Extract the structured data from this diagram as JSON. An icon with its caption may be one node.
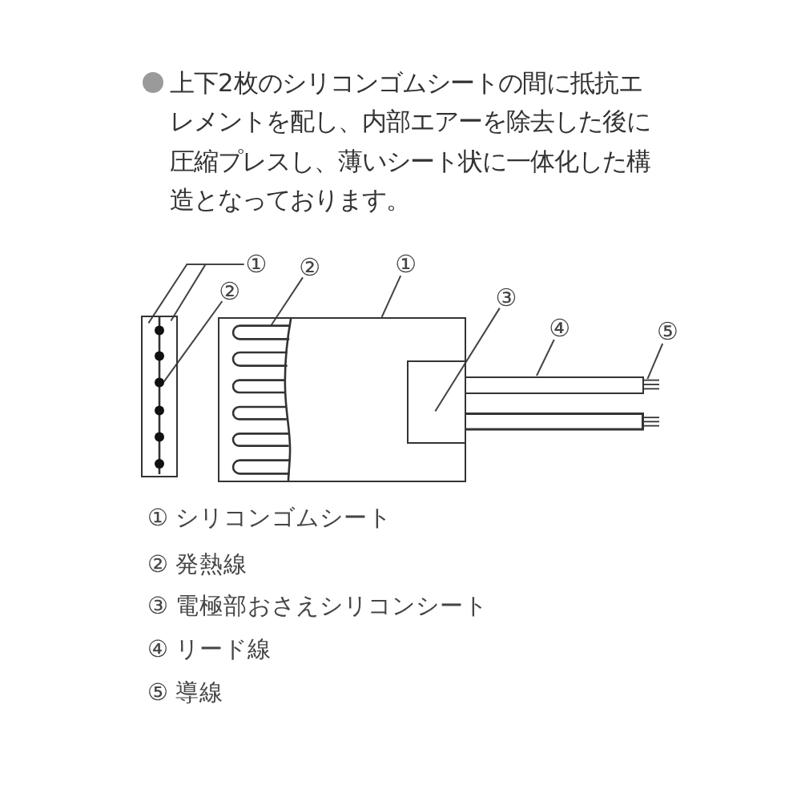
{
  "diagram": {
    "nodes": [
      {
        "text": [
          "①"
        ]
      },
      {
        "text": [
          "②"
        ]
      },
      {
        "text": [
          "②"
        ]
      },
      {
        "text": [
          "①"
        ]
      },
      {
        "text": [
          "③"
        ]
      },
      {
        "text": [
          "④"
        ]
      },
      {
        "text": [
          "⑤"
        ]
      },
      {
        "text": [],
        "shape": "box"
      },
      {
        "text": [],
        "shape": "picture",
        "in": 7
      },
      {
        "text": [],
        "shape": "box"
      },
      {
        "text": [],
        "shape": "picture",
        "in": 9
      },
      {
        "text": [],
        "shape": "box",
        "in": 9
      },
      {
        "text": [],
        "shape": "bar"
      },
      {
        "text": [],
        "shape": "picture"
      }
    ],
    "edges": [
      {
        "from": 0,
        "to": 7,
        "arrow": "none"
      },
      {
        "from": 0,
        "to": 7,
        "arrow": "none"
      },
      {
        "from": 1,
        "to": 8,
        "arrow": "none"
      },
      {
        "from": 2,
        "to": 10,
        "arrow": "none"
      },
      {
        "from": 3,
        "to": 9,
        "arrow": "none"
      },
      {
        "from": 4,
        "to": 11,
        "arrow": "none"
      },
      {
        "from": 5,
        "to": 12,
        "arrow": "none"
      },
      {
        "from": 6,
        "to": 13,
        "arrow": "none"
      }
    ],
    "labels": [
      "上下2枚のシリコンゴムシートの間に抵抗エレメントを配し、内部エアーを除去した後に圧縮プレスし、薄いシート状に一体化した構造となっております。",
      "① シリコンゴムシート",
      "② 発熱線",
      "③ 電極部おさえシリコンシート",
      "④ リード線",
      "⑤ 導線"
    ]
  }
}
